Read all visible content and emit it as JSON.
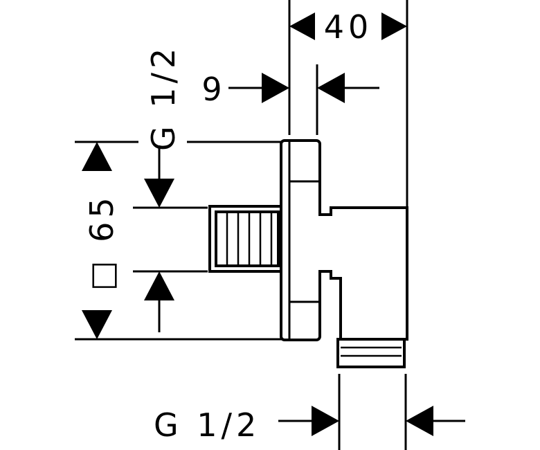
{
  "diagram": {
    "labels": {
      "top_width": "40",
      "flange_thickness": "9",
      "side_thread": "G 1/2",
      "square_size": "□ 65",
      "bottom_thread": "G 1/2"
    }
  }
}
